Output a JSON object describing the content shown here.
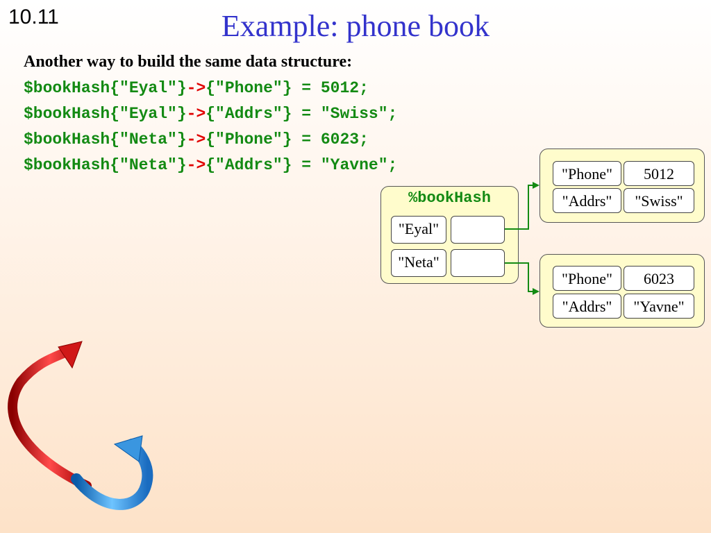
{
  "slide_number": "10.11",
  "title": "Example: phone book",
  "subtitle": "Another way to build the same data structure:",
  "code_lines": [
    {
      "pre": "$bookHash{\"Eyal\"}",
      "op": "->",
      "post": "{\"Phone\"} = 5012;"
    },
    {
      "pre": "$bookHash{\"Eyal\"}",
      "op": "->",
      "post": "{\"Addrs\"} = \"Swiss\";"
    },
    {
      "pre": "$bookHash{\"Neta\"}",
      "op": "->",
      "post": "{\"Phone\"} = 6023;"
    },
    {
      "pre": "$bookHash{\"Neta\"}",
      "op": "->",
      "post": "{\"Addrs\"} = \"Yavne\";"
    }
  ],
  "diagram": {
    "hash_name": "%bookHash",
    "keys": [
      "\"Eyal\"",
      "\"Neta\""
    ],
    "records": [
      {
        "rows": [
          {
            "key": "\"Phone\"",
            "value": "5012"
          },
          {
            "key": "\"Addrs\"",
            "value": "\"Swiss\""
          }
        ]
      },
      {
        "rows": [
          {
            "key": "\"Phone\"",
            "value": "6023"
          },
          {
            "key": "\"Addrs\"",
            "value": "\"Yavne\""
          }
        ]
      }
    ]
  },
  "colors": {
    "title": "#3333cc",
    "code": "#138a13",
    "arrow_op": "#e00000",
    "panel": "#fffccc",
    "connector": "#138a13"
  }
}
